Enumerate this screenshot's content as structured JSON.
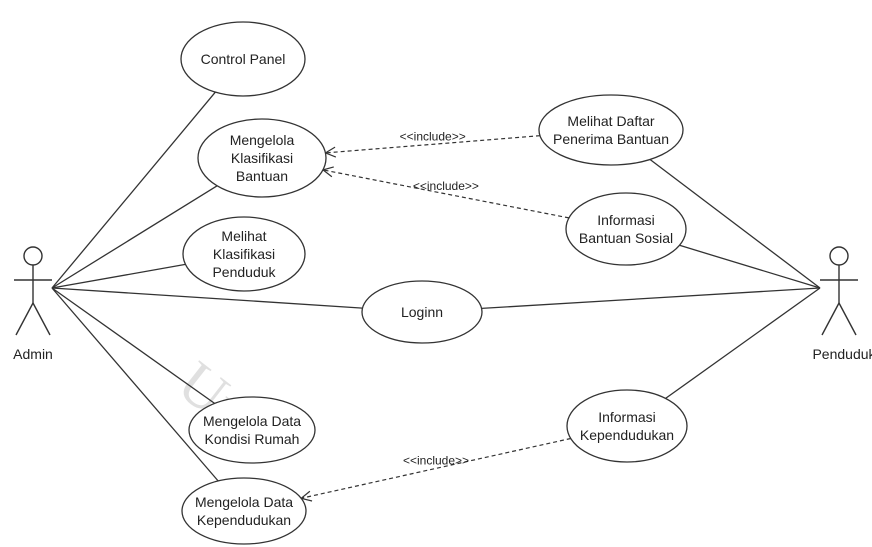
{
  "actors": [
    {
      "id": "admin",
      "label": "Admin"
    },
    {
      "id": "penduduk",
      "label": "Penduduk"
    }
  ],
  "use_cases": [
    {
      "id": "control-panel",
      "lines": [
        "Control Panel"
      ]
    },
    {
      "id": "mengelola-klasifikasi-bantuan",
      "lines": [
        "Mengelola",
        "Klasifikasi",
        "Bantuan"
      ]
    },
    {
      "id": "melihat-klasifikasi-penduduk",
      "lines": [
        "Melihat",
        "Klasifikasi",
        "Penduduk"
      ]
    },
    {
      "id": "loginn",
      "lines": [
        "Loginn"
      ]
    },
    {
      "id": "mengelola-data-kondisi-rumah",
      "lines": [
        "Mengelola Data",
        "Kondisi Rumah"
      ]
    },
    {
      "id": "mengelola-data-kependudukan",
      "lines": [
        "Mengelola Data",
        "Kependudukan"
      ]
    },
    {
      "id": "melihat-daftar-penerima-bantuan",
      "lines": [
        "Melihat Daftar",
        "Penerima Bantuan"
      ]
    },
    {
      "id": "informasi-bantuan-sosial",
      "lines": [
        "Informasi",
        "Bantuan Sosial"
      ]
    },
    {
      "id": "informasi-kependudukan",
      "lines": [
        "Informasi",
        "Kependudukan"
      ]
    }
  ],
  "associations": [
    {
      "actor": "admin",
      "use_case": "control-panel"
    },
    {
      "actor": "admin",
      "use_case": "mengelola-klasifikasi-bantuan"
    },
    {
      "actor": "admin",
      "use_case": "melihat-klasifikasi-penduduk"
    },
    {
      "actor": "admin",
      "use_case": "loginn"
    },
    {
      "actor": "admin",
      "use_case": "mengelola-data-kondisi-rumah"
    },
    {
      "actor": "admin",
      "use_case": "mengelola-data-kependudukan"
    },
    {
      "actor": "penduduk",
      "use_case": "melihat-daftar-penerima-bantuan"
    },
    {
      "actor": "penduduk",
      "use_case": "informasi-bantuan-sosial"
    },
    {
      "actor": "penduduk",
      "use_case": "loginn"
    },
    {
      "actor": "penduduk",
      "use_case": "informasi-kependudukan"
    }
  ],
  "includes": [
    {
      "from": "melihat-daftar-penerima-bantuan",
      "to": "mengelola-klasifikasi-bantuan",
      "label": "<<include>>"
    },
    {
      "from": "informasi-bantuan-sosial",
      "to": "mengelola-klasifikasi-bantuan",
      "label": "<<include>>"
    },
    {
      "from": "informasi-kependudukan",
      "to": "mengelola-data-kependudukan",
      "label": "<<include>>"
    }
  ],
  "watermark": "Uni"
}
